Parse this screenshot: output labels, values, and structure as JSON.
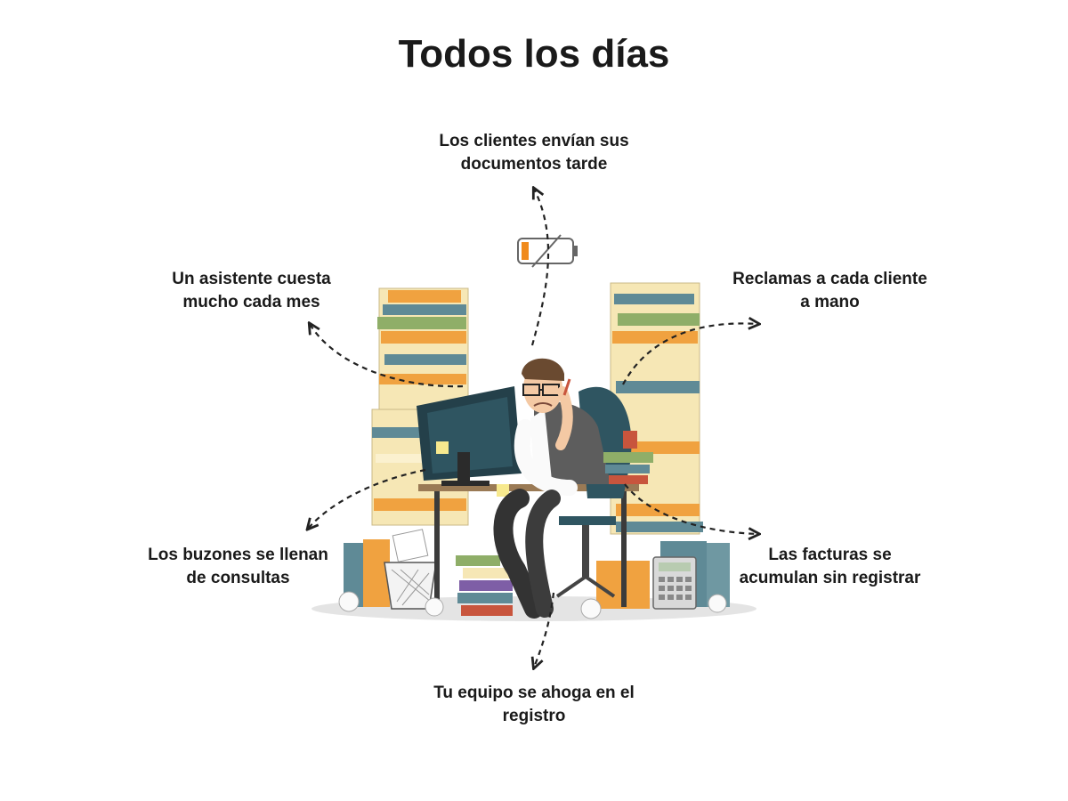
{
  "title": "Todos los días",
  "problems": {
    "top": "Los clientes envían sus\ndocumentos tarde",
    "top_left": "Un asistente cuesta\nmucho cada mes",
    "top_right": "Reclamas a cada cliente\na mano",
    "bottom_left": "Los buzones se llenan\nde consultas",
    "bottom_right": "Las facturas se\nacumulan sin registrar",
    "bottom": "Tu equipo se ahoga en el\nregistro"
  },
  "illustration": {
    "subject": "overwhelmed-office-worker",
    "icons": [
      "low-battery-icon",
      "document-stacks",
      "computer-monitor",
      "calculator-icon",
      "wastebasket-icon"
    ],
    "colors": {
      "folder_orange": "#f0a240",
      "folder_teal": "#5f8a96",
      "folder_green": "#8fae68",
      "paper": "#f6e7b5",
      "monitor": "#24404a",
      "battery_low": "#f08a1c"
    }
  }
}
